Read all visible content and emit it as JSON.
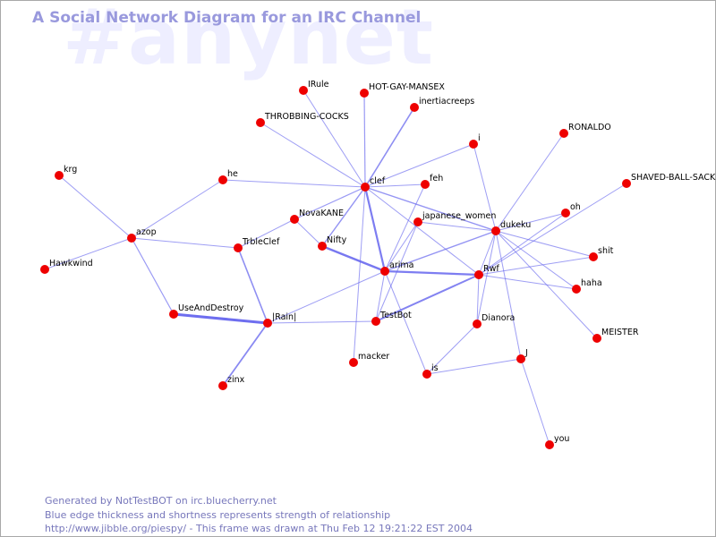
{
  "watermark": "#anynet",
  "title": "A Social Network Diagram for an IRC Channel",
  "footer": {
    "line1": "Generated by NotTestBOT on irc.bluecherry.net",
    "line2": "Blue edge thickness and shortness represents strength of relationship",
    "line3": "http://www.jibble.org/piespy/ - This frame was drawn at Thu Feb 12 19:21:22 EST 2004"
  },
  "colors": {
    "node": "#ee0000",
    "edge": "#6666ee",
    "title": "#9999dd",
    "watermark": "#eeeeff",
    "footer": "#7777bb"
  },
  "nodes": [
    {
      "id": "krg",
      "label": "krg"
    },
    {
      "id": "hawkwind",
      "label": "Hawkwind"
    },
    {
      "id": "azop",
      "label": "azop"
    },
    {
      "id": "he",
      "label": "he"
    },
    {
      "id": "trbleclef",
      "label": "TrbleClef"
    },
    {
      "id": "useanddestroy",
      "label": "UseAndDestroy"
    },
    {
      "id": "zinx",
      "label": "zinx"
    },
    {
      "id": "rain",
      "label": "|Rain|"
    },
    {
      "id": "throbbing",
      "label": "THROBBING-COCKS"
    },
    {
      "id": "irule",
      "label": "IRule"
    },
    {
      "id": "hotgay",
      "label": "HOT-GAY-MANSEX"
    },
    {
      "id": "inertia",
      "label": "inertiacreeps"
    },
    {
      "id": "clef",
      "label": "clef"
    },
    {
      "id": "novakane",
      "label": "NovaKANE"
    },
    {
      "id": "nifty",
      "label": "Nifty"
    },
    {
      "id": "feh",
      "label": "feh"
    },
    {
      "id": "i",
      "label": "i"
    },
    {
      "id": "japanese",
      "label": "japanese_women"
    },
    {
      "id": "arima",
      "label": "arima"
    },
    {
      "id": "testbot",
      "label": "TestBot"
    },
    {
      "id": "macker",
      "label": "macker"
    },
    {
      "id": "is",
      "label": "is"
    },
    {
      "id": "rwf",
      "label": "Rwf"
    },
    {
      "id": "dianora",
      "label": "Dianora"
    },
    {
      "id": "dukeku",
      "label": "dukeku"
    },
    {
      "id": "ronaldo",
      "label": "RONALDO"
    },
    {
      "id": "shaved",
      "label": "SHAVED-BALL-SACK"
    },
    {
      "id": "oh",
      "label": "oh"
    },
    {
      "id": "shit",
      "label": "shit"
    },
    {
      "id": "haha",
      "label": "haha"
    },
    {
      "id": "meister",
      "label": "MEISTER"
    },
    {
      "id": "j",
      "label": "J"
    },
    {
      "id": "you",
      "label": "you"
    }
  ],
  "edges": [
    {
      "a": "krg",
      "b": "azop",
      "strength": 1
    },
    {
      "a": "hawkwind",
      "b": "azop",
      "strength": 1
    },
    {
      "a": "azop",
      "b": "he",
      "strength": 1
    },
    {
      "a": "azop",
      "b": "trbleclef",
      "strength": 1
    },
    {
      "a": "azop",
      "b": "useanddestroy",
      "strength": 1.2
    },
    {
      "a": "useanddestroy",
      "b": "rain",
      "strength": 3
    },
    {
      "a": "trbleclef",
      "b": "rain",
      "strength": 1.6
    },
    {
      "a": "zinx",
      "b": "rain",
      "strength": 1.8
    },
    {
      "a": "trbleclef",
      "b": "novakane",
      "strength": 1
    },
    {
      "a": "he",
      "b": "clef",
      "strength": 1
    },
    {
      "a": "throbbing",
      "b": "clef",
      "strength": 1
    },
    {
      "a": "irule",
      "b": "clef",
      "strength": 1
    },
    {
      "a": "hotgay",
      "b": "clef",
      "strength": 1.2
    },
    {
      "a": "inertia",
      "b": "clef",
      "strength": 1.6
    },
    {
      "a": "clef",
      "b": "novakane",
      "strength": 1.2
    },
    {
      "a": "clef",
      "b": "nifty",
      "strength": 1.4
    },
    {
      "a": "clef",
      "b": "feh",
      "strength": 1
    },
    {
      "a": "clef",
      "b": "i",
      "strength": 1
    },
    {
      "a": "clef",
      "b": "arima",
      "strength": 2.2
    },
    {
      "a": "clef",
      "b": "dukeku",
      "strength": 1.4
    },
    {
      "a": "clef",
      "b": "rwf",
      "strength": 1
    },
    {
      "a": "clef",
      "b": "macker",
      "strength": 1
    },
    {
      "a": "nifty",
      "b": "arima",
      "strength": 2.4
    },
    {
      "a": "novakane",
      "b": "nifty",
      "strength": 1
    },
    {
      "a": "arima",
      "b": "rwf",
      "strength": 2.2
    },
    {
      "a": "arima",
      "b": "dukeku",
      "strength": 1.4
    },
    {
      "a": "arima",
      "b": "testbot",
      "strength": 1
    },
    {
      "a": "arima",
      "b": "rain",
      "strength": 1
    },
    {
      "a": "arima",
      "b": "japanese",
      "strength": 1
    },
    {
      "a": "arima",
      "b": "is",
      "strength": 1
    },
    {
      "a": "arima",
      "b": "feh",
      "strength": 1
    },
    {
      "a": "rain",
      "b": "testbot",
      "strength": 1
    },
    {
      "a": "testbot",
      "b": "rwf",
      "strength": 2
    },
    {
      "a": "japanese",
      "b": "dukeku",
      "strength": 1
    },
    {
      "a": "i",
      "b": "dukeku",
      "strength": 1
    },
    {
      "a": "dukeku",
      "b": "ronaldo",
      "strength": 1
    },
    {
      "a": "dukeku",
      "b": "oh",
      "strength": 1
    },
    {
      "a": "dukeku",
      "b": "shit",
      "strength": 1
    },
    {
      "a": "dukeku",
      "b": "haha",
      "strength": 1
    },
    {
      "a": "dukeku",
      "b": "meister",
      "strength": 1
    },
    {
      "a": "dukeku",
      "b": "j",
      "strength": 1
    },
    {
      "a": "dukeku",
      "b": "rwf",
      "strength": 1
    },
    {
      "a": "dukeku",
      "b": "dianora",
      "strength": 1
    },
    {
      "a": "shaved",
      "b": "rwf",
      "strength": 1
    },
    {
      "a": "oh",
      "b": "rwf",
      "strength": 1
    },
    {
      "a": "shit",
      "b": "rwf",
      "strength": 1
    },
    {
      "a": "haha",
      "b": "rwf",
      "strength": 1
    },
    {
      "a": "rwf",
      "b": "dianora",
      "strength": 1
    },
    {
      "a": "dianora",
      "b": "is",
      "strength": 1
    },
    {
      "a": "is",
      "b": "j",
      "strength": 1
    },
    {
      "a": "j",
      "b": "you",
      "strength": 1
    },
    {
      "a": "japanese",
      "b": "testbot",
      "strength": 1
    }
  ]
}
